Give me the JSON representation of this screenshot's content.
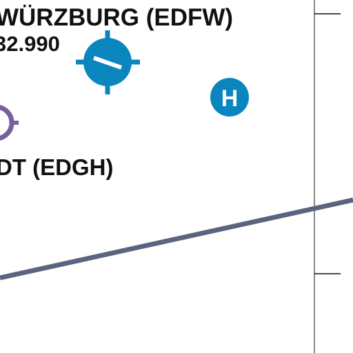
{
  "map": {
    "airports": [
      {
        "id": "edfw",
        "name_text": "WÜRZBURG (EDFW)",
        "frequency_text": "32.990",
        "symbol": "airport-runway-icon",
        "color": "#0a85bd"
      },
      {
        "id": "edgh",
        "name_text": "DT (EDGH)",
        "symbol": "airfield-icon",
        "color": "#7a5fa0"
      }
    ],
    "heliport": {
      "letter": "H",
      "symbol": "heliport-icon",
      "color": "#0a85bd"
    },
    "route_line": {
      "color": "#5a6480"
    },
    "grid_line": {
      "color": "#888888"
    }
  }
}
